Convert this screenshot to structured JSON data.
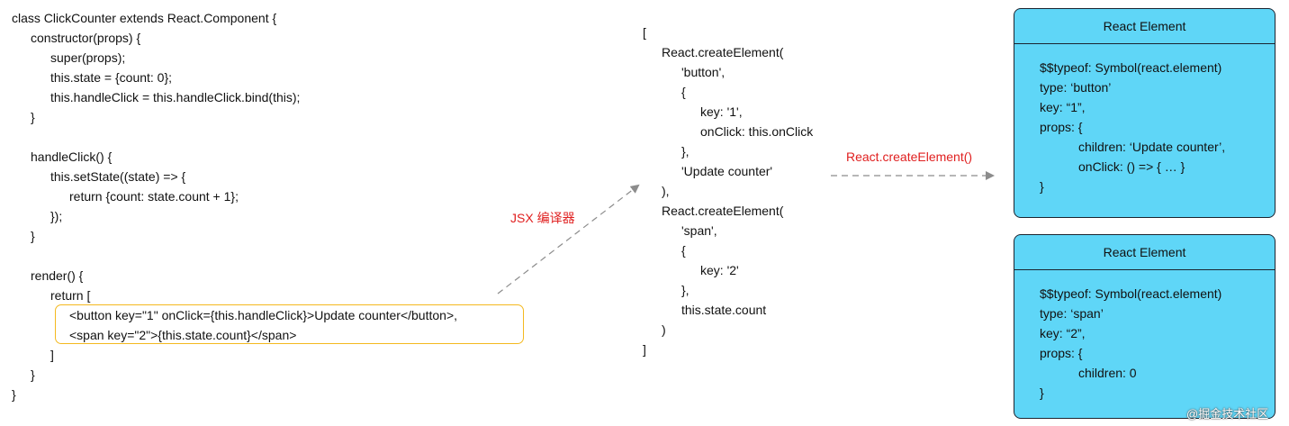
{
  "left_code": [
    "class ClickCounter extends React.Component {",
    "constructor(props) {",
    "super(props);",
    "this.state = {count: 0};",
    "this.handleClick = this.handleClick.bind(this);",
    "}",
    "handleClick() {",
    "this.setState((state) => {",
    "return {count: state.count + 1};",
    "});",
    "}",
    "render() {",
    "return [",
    "<button key=\"1\" onClick={this.handleClick}>Update counter</button>,",
    "<span key=\"2\">{this.state.count}</span>",
    "]",
    "}",
    "}"
  ],
  "middle_code": [
    "[",
    "React.createElement(",
    "'button',",
    "{",
    "key: '1',",
    "onClick: this.onClick",
    "},",
    "'Update counter'",
    "),",
    "React.createElement(",
    "'span',",
    "{",
    "key: '2'",
    "},",
    "this.state.count",
    ")",
    "]"
  ],
  "labels": {
    "jsx_compiler": "JSX 编译器",
    "create_element": "React.createElement()"
  },
  "cards": [
    {
      "title": "React Element",
      "lines": [
        "$$typeof: Symbol(react.element)",
        "type: ‘button’",
        "key: “1”,",
        "props: {",
        "children: ‘Update counter’,",
        "onClick: () => { … }",
        "}"
      ]
    },
    {
      "title": "React Element",
      "lines": [
        "$$typeof: Symbol(react.element)",
        "type: ‘span’",
        "key: “2”,",
        "props: {",
        "children: 0",
        "}"
      ]
    }
  ],
  "watermark": "@掘金技术社区",
  "colors": {
    "card_fill": "#5fd6f7",
    "highlight_border": "#f4b91f",
    "label_red": "#e02020",
    "arrow_gray": "#8c8c8c"
  }
}
